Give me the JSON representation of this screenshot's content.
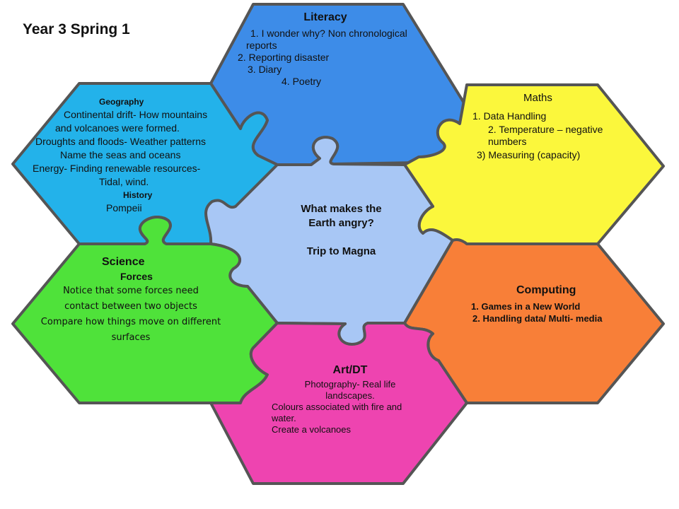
{
  "title": "Year 3 Spring 1",
  "center": {
    "question": "What makes the Earth angry?",
    "question_line1": "What makes the",
    "question_line2": "Earth angry?",
    "trip": "Trip to Magna",
    "color": "#a8c7f5"
  },
  "literacy": {
    "heading": "Literacy",
    "color": "#3d8ce8",
    "items": [
      "1.  I wonder why? Non chronological",
      "reports",
      "2. Reporting disaster",
      "3. Diary",
      "4. Poetry"
    ]
  },
  "maths": {
    "heading": "Maths",
    "color": "#fbf73c",
    "items": [
      "1.  Data Handling",
      "2.  Temperature – negative",
      "numbers",
      "3) Measuring (capacity)"
    ]
  },
  "geography": {
    "heading": "Geography",
    "color": "#23b2ea",
    "items": [
      "Continental drift- How mountains",
      "and volcanoes were formed.",
      "Droughts and floods- Weather patterns",
      "Name the seas and oceans",
      "Energy- Finding renewable resources-",
      "Tidal, wind."
    ]
  },
  "history": {
    "heading": "History",
    "items": [
      "Pompeii"
    ]
  },
  "science": {
    "heading": "Science",
    "subheading": "Forces",
    "color": "#4fe23a",
    "items": [
      "Notice that some forces need",
      "contact between two objects",
      "Compare how things move on different",
      "surfaces"
    ]
  },
  "computing": {
    "heading": "Computing",
    "color": "#f87f38",
    "items": [
      "1. Games in a New World",
      "2. Handling data/ Multi- media"
    ]
  },
  "artdt": {
    "heading": "Art/DT",
    "color": "#ee44b0",
    "items": [
      "Photography- Real life",
      "landscapes.",
      "Colours associated with fire and",
      "water.",
      "Create a volcanoes"
    ]
  }
}
